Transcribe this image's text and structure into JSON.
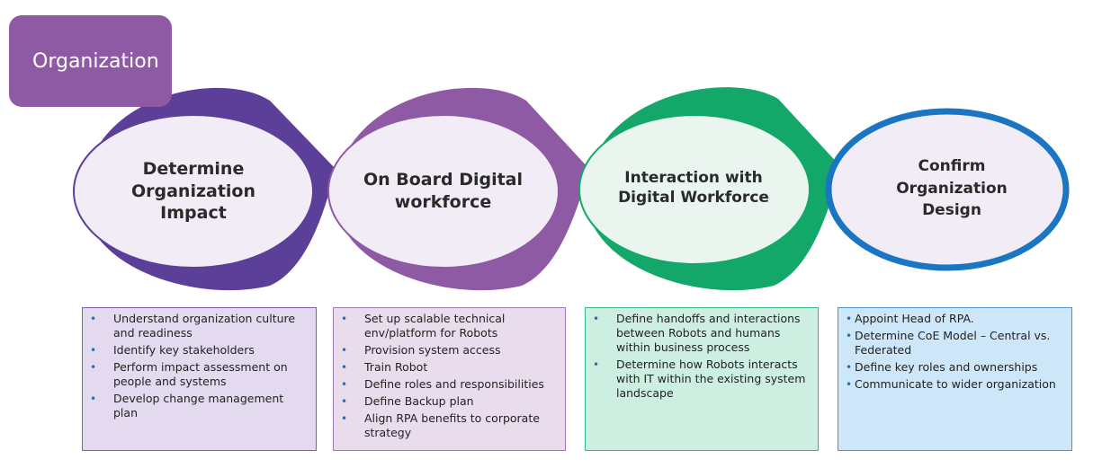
{
  "title": "Organization",
  "colors": {
    "purple_dark": "#5B3F98",
    "purple": "#8F5AA4",
    "green": "#13A869",
    "blue": "#1A75C3",
    "ellipse_fill": "#F1ECF5",
    "bullet": "#2B6CB0"
  },
  "stages": [
    {
      "title": "Determine Organization Impact",
      "title_lines": [
        "Determine",
        "Organization",
        "Impact"
      ],
      "accent": "#5B3F98",
      "panel_fill": "#E4DAF0",
      "panel_border": "#7E60AE",
      "items": [
        "Understand organization culture and readiness",
        "Identify key stakeholders",
        "Perform impact assessment on people and systems",
        "Develop change management plan"
      ]
    },
    {
      "title": "On Board Digital workforce",
      "title_lines": [
        "On Board Digital",
        "workforce"
      ],
      "accent": "#8F5AA4",
      "panel_fill": "#E9DCEC",
      "panel_border": "#A277B5",
      "items": [
        "Set up scalable technical env/platform for Robots",
        "Provision system access",
        "Train Robot",
        "Define roles and responsibilities",
        "Define Backup plan",
        "Align RPA benefits to corporate strategy"
      ]
    },
    {
      "title": "Interaction with Digital Workforce",
      "title_lines": [
        "Interaction with",
        "Digital Workforce"
      ],
      "accent": "#13A869",
      "panel_fill": "#CDEFE1",
      "panel_border": "#3BB583",
      "items": [
        "Define handoffs and interactions between Robots and humans within business process",
        "Determine how Robots interacts with IT within the existing system landscape"
      ]
    },
    {
      "title": "Confirm Organization Design",
      "title_lines": [
        "Confirm",
        "Organization",
        "Design"
      ],
      "accent": "#1A75C3",
      "panel_fill": "#CDE6F8",
      "panel_border": "#4A93D1",
      "items": [
        "Appoint Head of RPA.",
        "Determine CoE Model – Central vs. Federated",
        "Define key roles and ownerships",
        "Communicate to wider organization"
      ]
    }
  ]
}
